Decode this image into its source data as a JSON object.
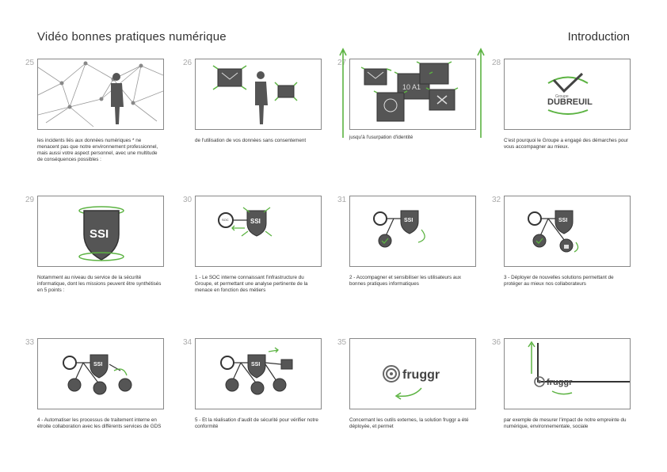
{
  "header": {
    "title": "Vidéo bonnes pratiques numérique",
    "section": "Introduction"
  },
  "colors": {
    "accent": "#5cb342",
    "ink": "#333333",
    "shield": "#555555",
    "frame": "#888888"
  },
  "panels": [
    {
      "num": "25",
      "caption": "les incidents liés aux données numériques * ne menacent pas que notre environnement professionnel, mais aussi votre aspect personnel, avec une multitude de conséquences possibles :"
    },
    {
      "num": "26",
      "caption": "de l'utilisation de vos données sans consentement"
    },
    {
      "num": "27",
      "caption": "jusqu'à l'usurpation d'identité"
    },
    {
      "num": "28",
      "caption": "C'est pourquoi le Groupe a engagé des démarches pour vous accompagner au mieux."
    },
    {
      "num": "29",
      "caption": "Notamment au niveau du service de la sécurité informatique, dont les missions peuvent être synthétisés en 5 points :"
    },
    {
      "num": "30",
      "caption": "1 - Le SOC interne connaissant l'infrastructure du Groupe, et permettant une analyse pertinente de la menace en fonction des métiers"
    },
    {
      "num": "31",
      "caption": "2 - Accompagner et sensibiliser les utilisateurs aux bonnes pratiques informatiques"
    },
    {
      "num": "32",
      "caption": "3 - Déployer de nouvelles solutions permettant de protéger au mieux nos collaborateurs"
    },
    {
      "num": "33",
      "caption": "4 - Automatiser les processus de traitement interne en étroite collaboration avec les différents services de GDS"
    },
    {
      "num": "34",
      "caption": "5 - Et la réalisation d'audit de sécurité pour vérifier notre conformité"
    },
    {
      "num": "35",
      "caption": "Concernant les outils externes, la solution fruggr a été déployée, et permet"
    },
    {
      "num": "36",
      "caption": "par exemple de mesurer l'impact de notre empreinte du numérique, environnementale, sociale"
    }
  ],
  "logos": {
    "dubreuil_small": "Groupe",
    "dubreuil": "DUBREUIL",
    "ssi": "SSI",
    "fruggr": "fruggr",
    "data_label": "10 A1",
    "soc_label": "SOC"
  }
}
